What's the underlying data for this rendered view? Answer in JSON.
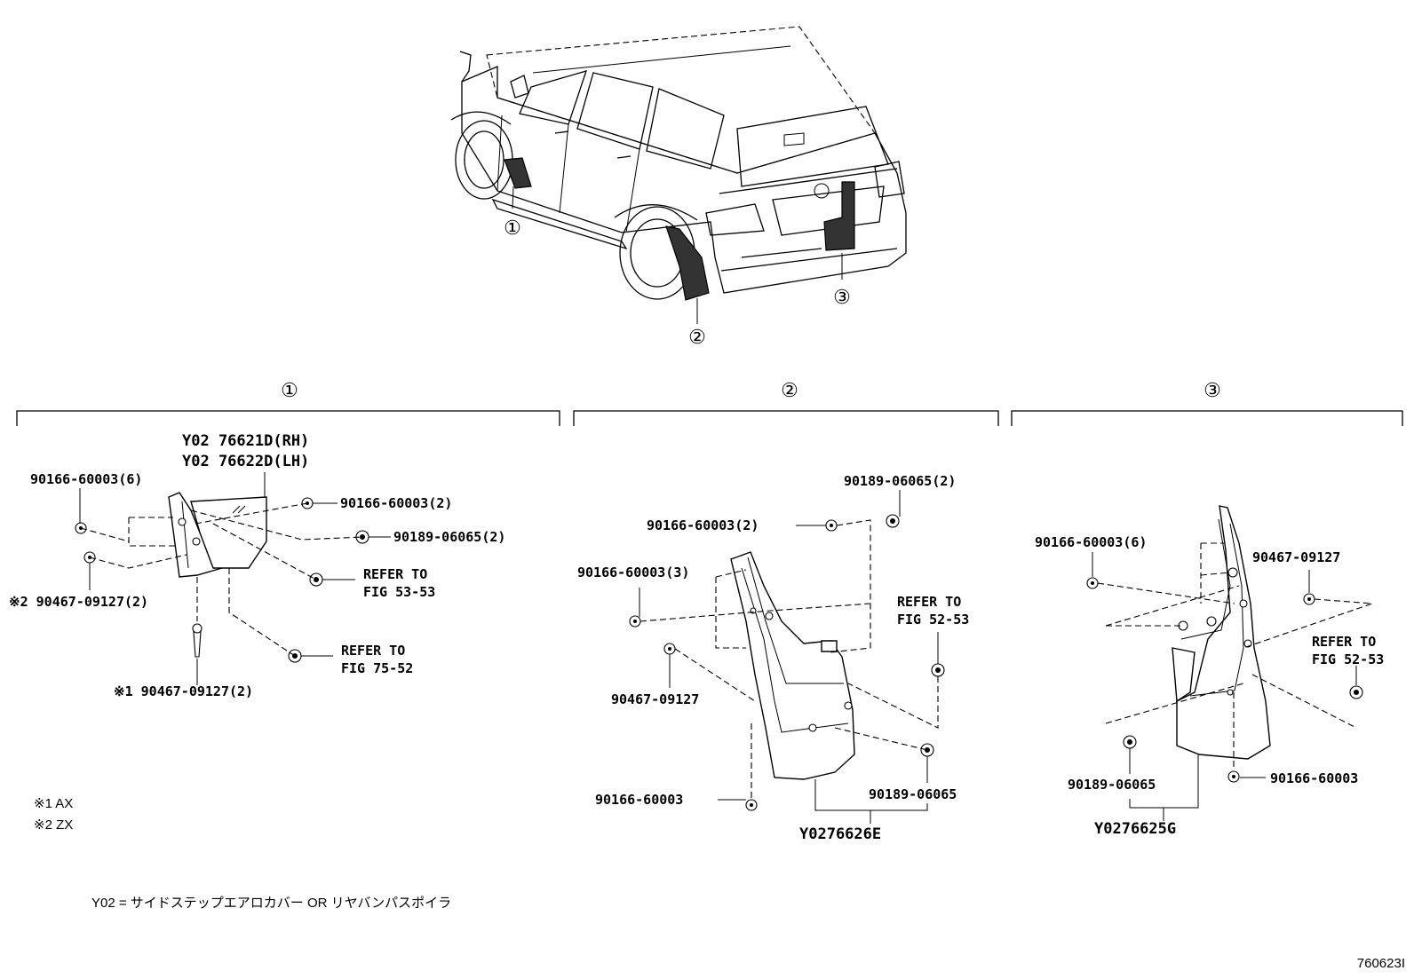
{
  "callouts": {
    "car_1": "①",
    "car_2": "②",
    "car_3": "③",
    "sec_1": "①",
    "sec_2": "②",
    "sec_3": "③"
  },
  "section1": {
    "part_rh": "Y02 76621D(RH)",
    "part_lh": "Y02 76622D(LH)",
    "l_a": "90166-60003(6)",
    "l_b": "90166-60003(2)",
    "l_c": "90189-06065(2)",
    "l_d1": "REFER TO",
    "l_d2": "FIG 53-53",
    "l_e": "※2 90467-09127(2)",
    "l_f1": "REFER TO",
    "l_f2": "FIG 75-52",
    "l_g": "※1 90467-09127(2)",
    "note1": "※1 AX",
    "note2": "※2 ZX"
  },
  "section2": {
    "l_a": "90189-06065(2)",
    "l_b": "90166-60003(2)",
    "l_c": "90166-60003(3)",
    "l_d1": "REFER TO",
    "l_d2": "FIG 52-53",
    "l_e": "90467-09127",
    "l_f": "90166-60003",
    "l_g": "90189-06065",
    "part": "Y0276626E"
  },
  "section3": {
    "l_a": "90166-60003(6)",
    "l_b": "90467-09127",
    "l_c1": "REFER TO",
    "l_c2": "FIG 52-53",
    "l_d": "90189-06065",
    "l_e": "90166-60003",
    "part": "Y0276625G"
  },
  "footnote": "Y02 = サイドステップエアロカバー OR リヤバンパスポイラ",
  "figure_id": "760623I"
}
